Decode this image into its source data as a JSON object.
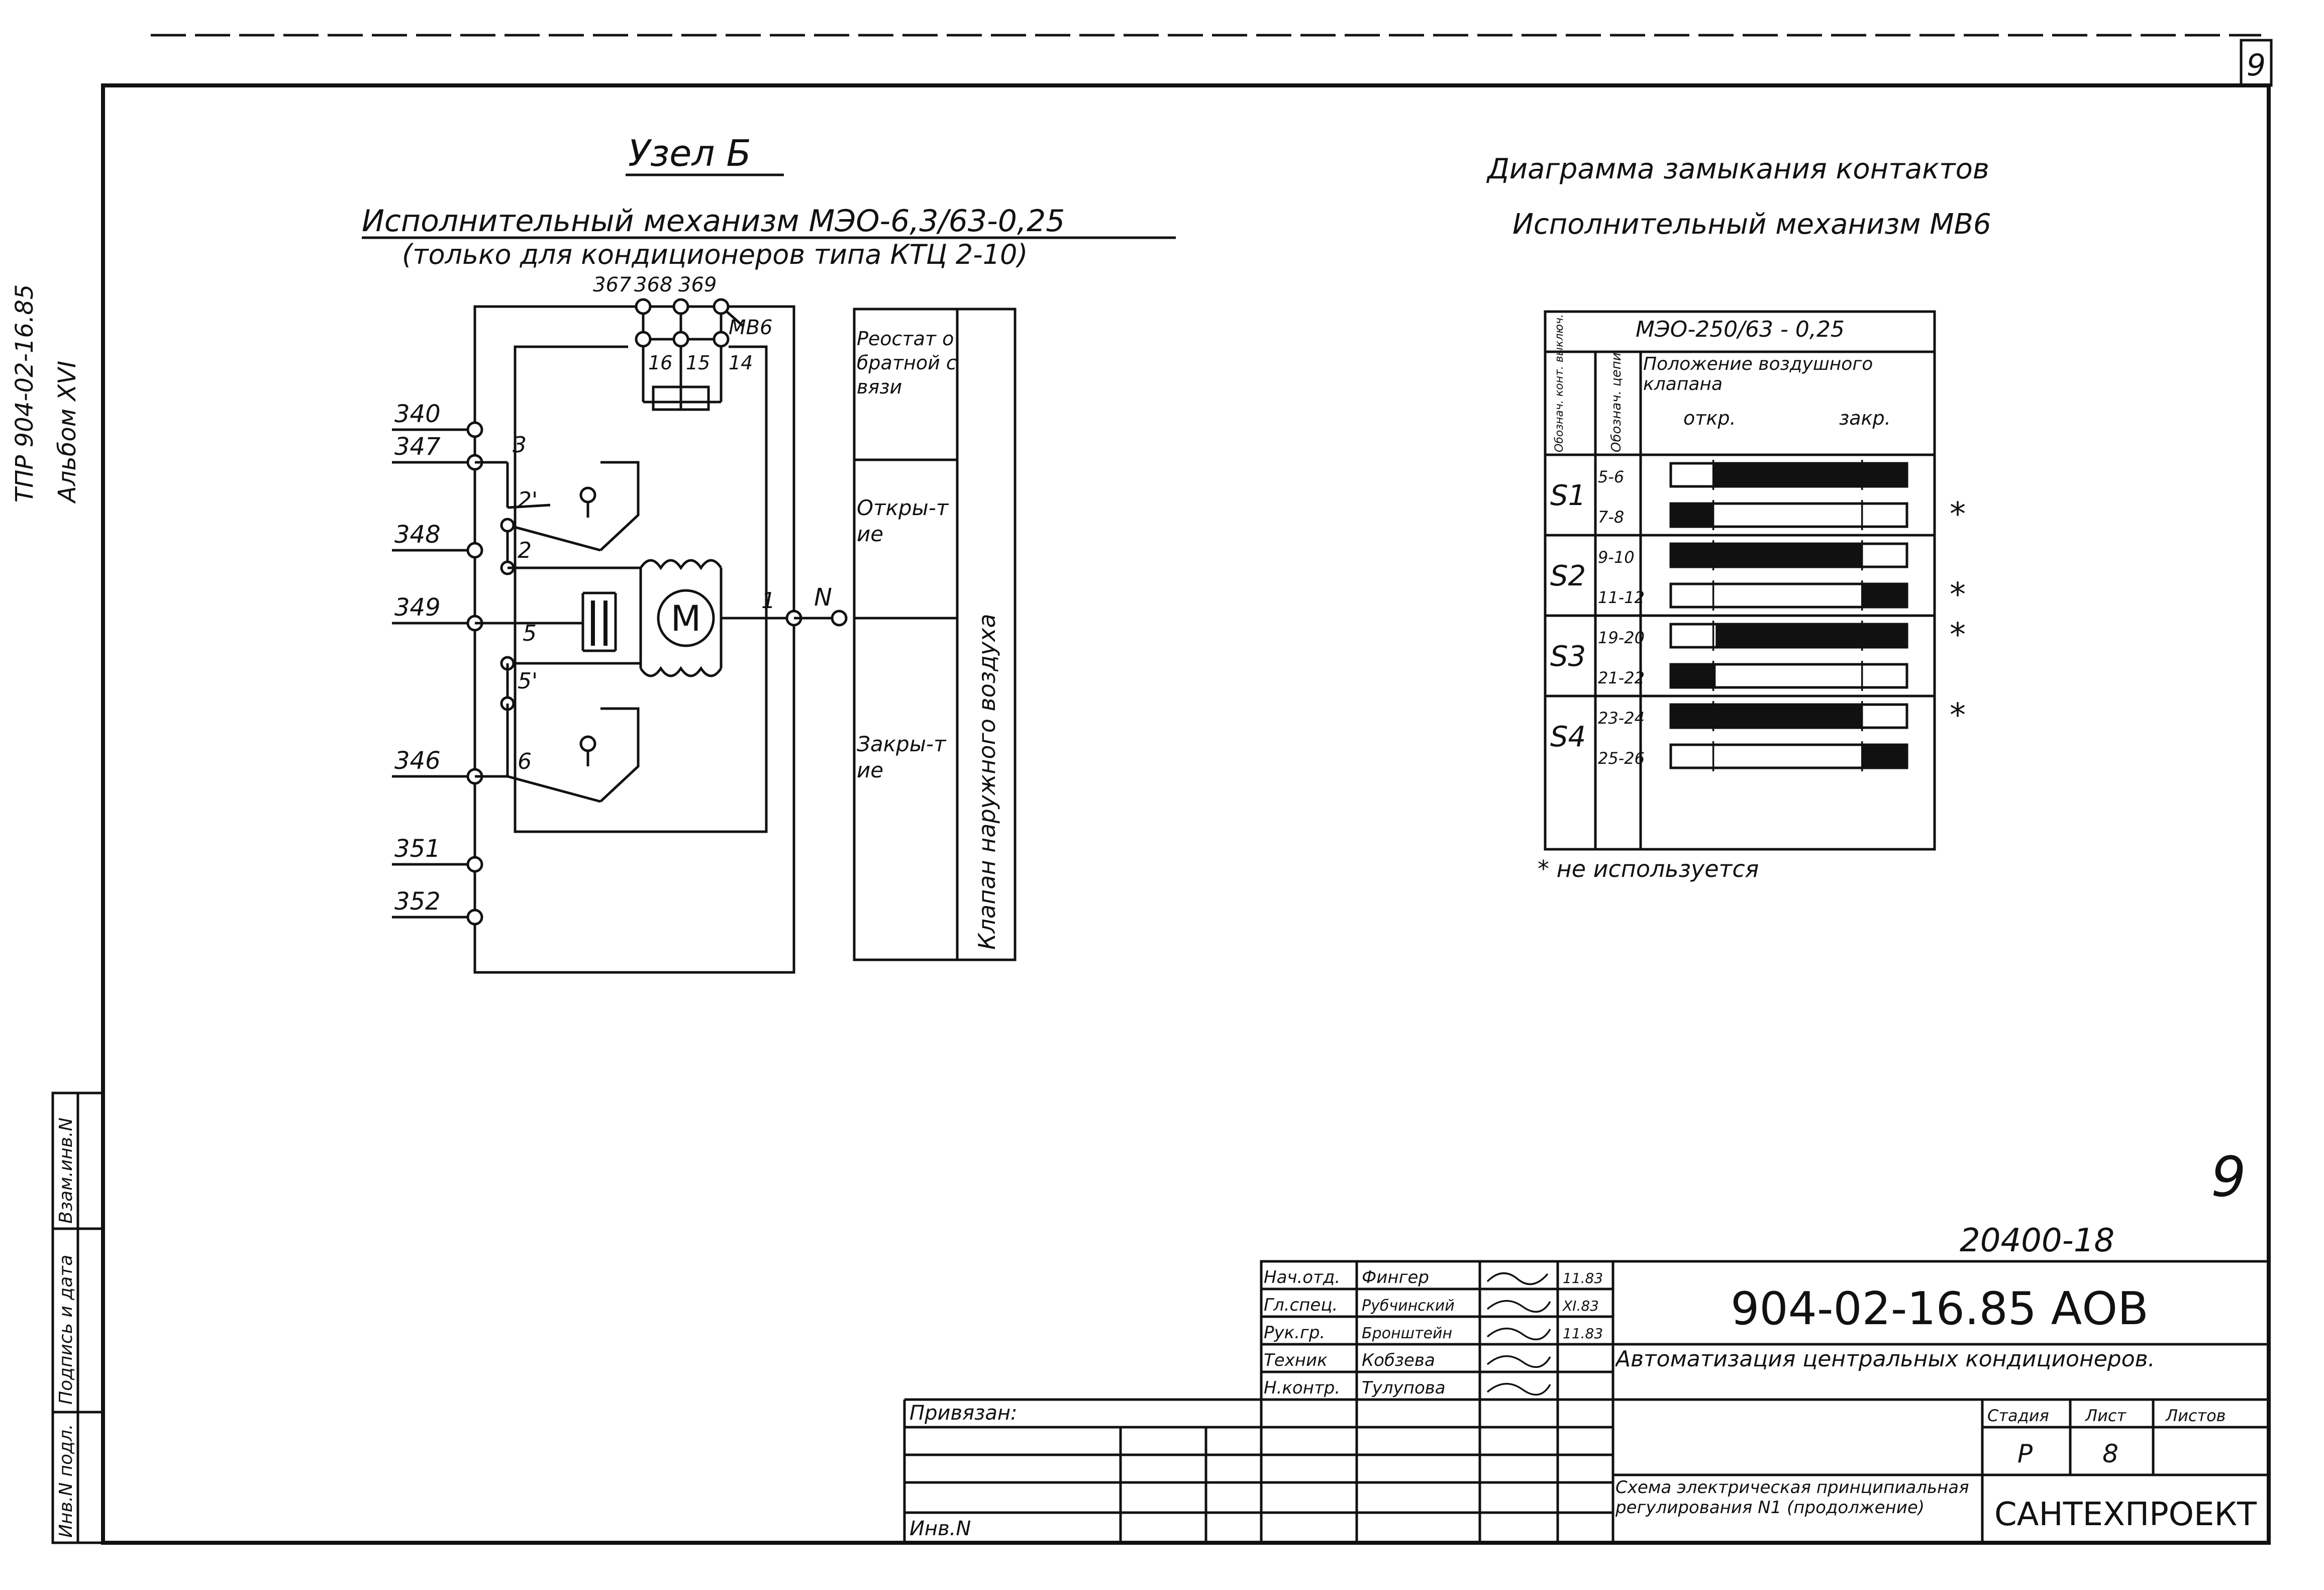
{
  "sheet": {
    "page_number": "9",
    "page_number_2": "9",
    "margin_label_1": "ТПР 904-02-16.85",
    "margin_label_2": "Альбом XVI"
  },
  "node": {
    "title": "Узел Б",
    "mechanism": "Исполнительный механизм МЭО-6,3/63-0,25",
    "note": "(только для кондиционеров типа КТЦ 2-10)"
  },
  "schematic": {
    "top_terminals": [
      "367",
      "368",
      "369"
    ],
    "block_label": "МВ6",
    "block_pins": [
      "16",
      "15",
      "14"
    ],
    "left_terminals": [
      "340",
      "347",
      "348",
      "349",
      "346",
      "351",
      "352"
    ],
    "node_labels": [
      "3",
      "2'",
      "2",
      "5",
      "5'",
      "6",
      "1"
    ],
    "motor": "M",
    "neutral": "N"
  },
  "function_table": {
    "rows": [
      "Реостат обратной связи",
      "Откры-тие",
      "Закры-тие"
    ],
    "side": "Клапан наружного воздуха"
  },
  "contact_diagram": {
    "title": "Диаграмма замыкания контактов",
    "subtitle": "Исполнительный механизм МВ6",
    "table_title": "МЭО-250/63 - 0,25",
    "col_contact": "Обознач. конт. выключ.",
    "col_circuit": "Обознач. цепи",
    "col_position": "Положение воздушного клапана",
    "open_label": "откр.",
    "close_label": "закр.",
    "footnote": "* не используется",
    "groups": [
      {
        "name": "S1",
        "circuits": [
          {
            "label": "5-6",
            "on": [
              0.18,
              1.0
            ],
            "star": false
          },
          {
            "label": "7-8",
            "on": [
              0.0,
              0.18
            ],
            "star": true
          }
        ]
      },
      {
        "name": "S2",
        "circuits": [
          {
            "label": "9-10",
            "on": [
              0.0,
              0.81
            ],
            "star": false
          },
          {
            "label": "11-12",
            "on": [
              0.81,
              1.0
            ],
            "star": true
          }
        ]
      },
      {
        "name": "S3",
        "circuits": [
          {
            "label": "19-20",
            "on": [
              0.19,
              1.0
            ],
            "star": true
          },
          {
            "label": "21-22",
            "on": [
              0.0,
              0.19
            ],
            "star": false
          }
        ]
      },
      {
        "name": "S4",
        "circuits": [
          {
            "label": "23-24",
            "on": [
              0.0,
              0.81
            ],
            "star": true
          },
          {
            "label": "25-26",
            "on": [
              0.81,
              1.0
            ],
            "star": false
          }
        ]
      }
    ]
  },
  "stamp": {
    "ref_number": "20400-18",
    "doc_code": "904-02-16.85 АОВ",
    "project_title": "Автоматизация центральных кондиционеров.",
    "sheet_title": "Схема электрическая принципиальная регулирования N1 (продолжение)",
    "organization": "САНТЕХПРОЕКТ",
    "stage_header": "Стадия",
    "sheet_header": "Лист",
    "sheets_header": "Листов",
    "stage": "Р",
    "sheet": "8",
    "bound_label": "Привязан:",
    "inv_label": "Инв.N",
    "signers": [
      {
        "role": "Нач.отд.",
        "name": "Фингер",
        "date": "11.83"
      },
      {
        "role": "Гл.спец.",
        "name": "Рубчинский",
        "date": "XI.83"
      },
      {
        "role": "Рук.гр.",
        "name": "Бронштейн",
        "date": "11.83"
      },
      {
        "role": "Техник",
        "name": "Кобзева",
        "date": ""
      },
      {
        "role": "Н.контр.",
        "name": "Тулупова",
        "date": ""
      }
    ]
  },
  "side_stamp": {
    "inv_podl": "Инв.N подл.",
    "signature_date": "Подпись и дата",
    "vzam_inv": "Взам.инв.N"
  }
}
